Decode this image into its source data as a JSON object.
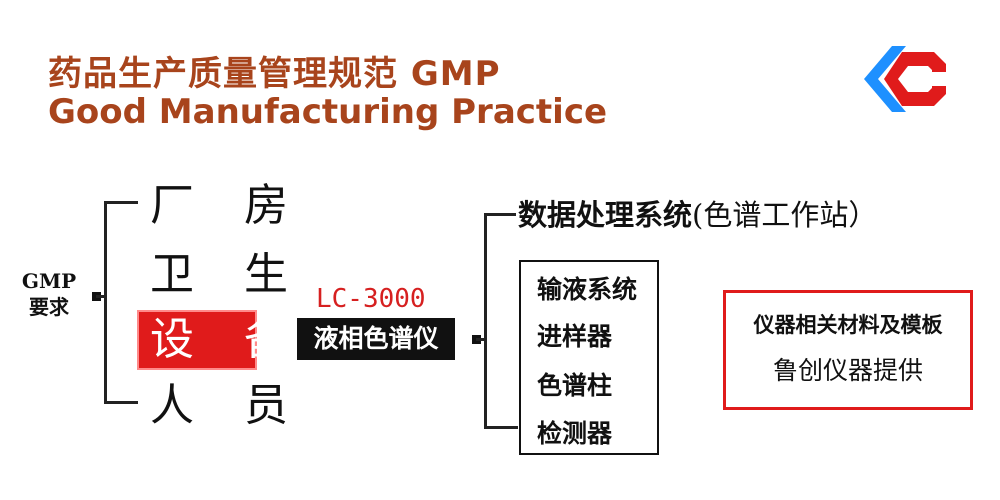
{
  "header": {
    "title_cn": "药品生产质量管理规范 GMP",
    "title_en": "Good Manufacturing Practice",
    "accent_color": "#a8441c"
  },
  "logo": {
    "icon": "company-logo-icon",
    "colors": [
      "#1e90ff",
      "#e01b1b"
    ]
  },
  "root": {
    "label_line1": "GMP",
    "label_line2": "要求"
  },
  "requirements": {
    "items": [
      {
        "label": "厂 房"
      },
      {
        "label": "卫 生"
      },
      {
        "label": "设 备"
      },
      {
        "label": "人 员"
      }
    ],
    "highlight_color": "#e01b1b"
  },
  "instrument": {
    "model": "LC-3000",
    "name": "液相色谱仪"
  },
  "data_system": {
    "main": "数据处理系统",
    "sub": "(色谱工作站）"
  },
  "subsystems": {
    "items": [
      {
        "label": "输液系统"
      },
      {
        "label": "进样器"
      },
      {
        "label": "色谱柱"
      },
      {
        "label": "检测器"
      }
    ]
  },
  "info_box": {
    "line1": "仪器相关材料及模板",
    "line2": "鲁创仪器提供",
    "border_color": "#e01b1b"
  }
}
